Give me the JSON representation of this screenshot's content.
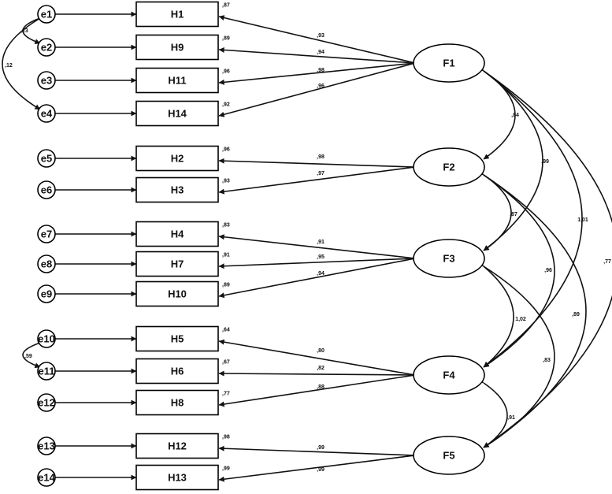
{
  "errors": [
    "e1",
    "e2",
    "e3",
    "e4",
    "e5",
    "e6",
    "e7",
    "e8",
    "e9",
    "e10",
    "e11",
    "e12",
    "e13",
    "e14"
  ],
  "indicators": [
    "H1",
    "H9",
    "H11",
    "H14",
    "H2",
    "H3",
    "H4",
    "H7",
    "H10",
    "H5",
    "H6",
    "H8",
    "H12",
    "H13"
  ],
  "r2": [
    ",87",
    ",89",
    ",96",
    ",92",
    ",96",
    ",93",
    ",83",
    ",91",
    ",89",
    ",64",
    ",67",
    ",77",
    ",98",
    ",99"
  ],
  "factors": [
    "F1",
    "F2",
    "F3",
    "F4",
    "F5"
  ],
  "loadings": [
    ",93",
    ",94",
    ",98",
    ",96",
    ",98",
    ",97",
    ",91",
    ",95",
    ",94",
    ",80",
    ",82",
    ",88",
    ",99",
    ",99"
  ],
  "factor_of_indicator": [
    0,
    0,
    0,
    0,
    1,
    1,
    2,
    2,
    2,
    3,
    3,
    3,
    4,
    4
  ],
  "error_covariances": [
    {
      "from": "e1",
      "to": "e2",
      "label": ",23"
    },
    {
      "from": "e1",
      "to": "e4",
      "label": ",12"
    },
    {
      "from": "e10",
      "to": "e11",
      "label": ",59"
    }
  ],
  "factor_covariances": [
    {
      "from": "F1",
      "to": "F2",
      "label": ",84"
    },
    {
      "from": "F1",
      "to": "F3",
      "label": ",99"
    },
    {
      "from": "F1",
      "to": "F4",
      "label": "1,01"
    },
    {
      "from": "F1",
      "to": "F5",
      "label": ",77"
    },
    {
      "from": "F2",
      "to": "F3",
      "label": ",87"
    },
    {
      "from": "F2",
      "to": "F4",
      "label": ",96"
    },
    {
      "from": "F2",
      "to": "F5",
      "label": ",89"
    },
    {
      "from": "F3",
      "to": "F4",
      "label": "1,02"
    },
    {
      "from": "F3",
      "to": "F5",
      "label": ",83"
    },
    {
      "from": "F4",
      "to": "F5",
      "label": ",91"
    }
  ]
}
